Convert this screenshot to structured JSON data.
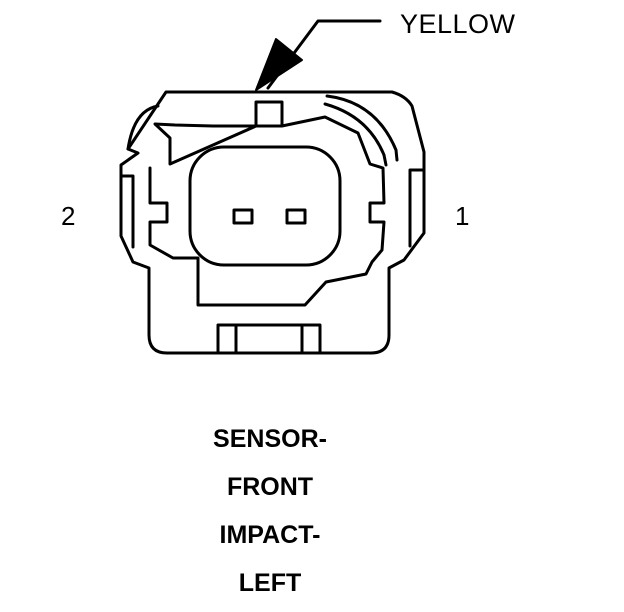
{
  "callout": {
    "label": "YELLOW"
  },
  "pins": {
    "left": "2",
    "right": "1"
  },
  "title": {
    "lines": [
      "SENSOR-",
      "FRONT",
      "IMPACT-",
      "LEFT"
    ]
  },
  "colors": {
    "ink": "#000000",
    "background": "#ffffff"
  }
}
